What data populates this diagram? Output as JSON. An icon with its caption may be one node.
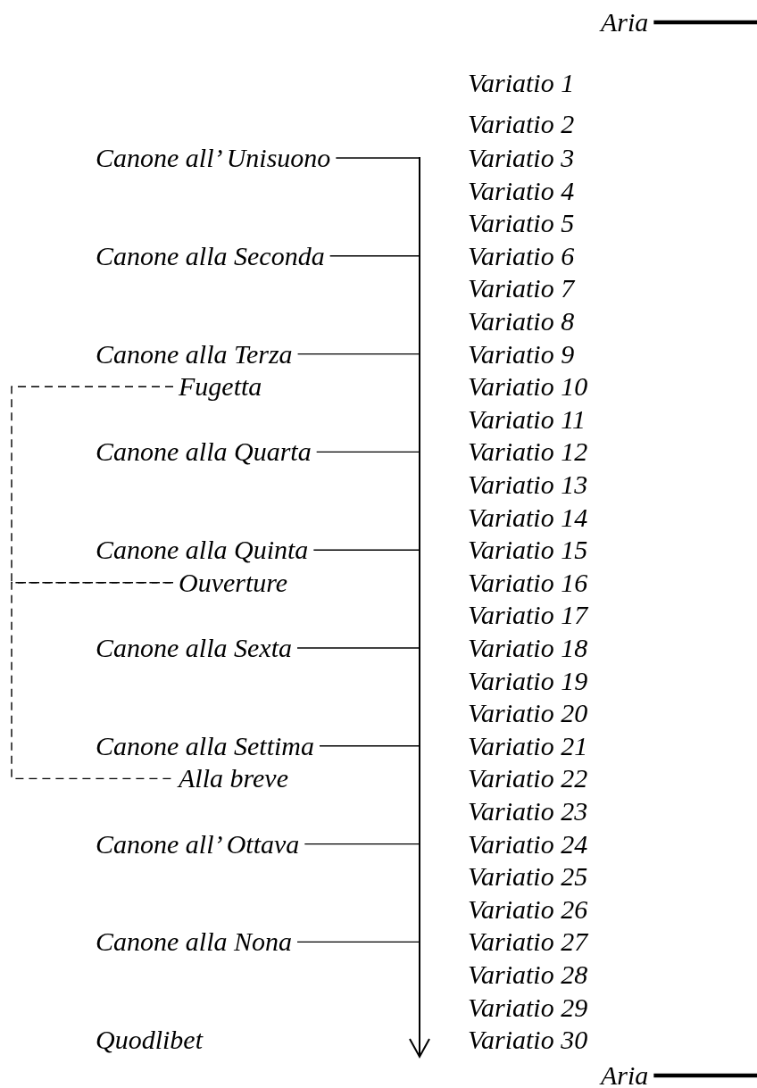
{
  "diagram": {
    "nodes": [
      {
        "text": [
          "Aria"
        ]
      },
      {
        "text": [
          "Canone all’ Unisuono"
        ]
      },
      {
        "text": [
          "Canone alla Seconda"
        ]
      },
      {
        "text": [
          "Canone alla Terza"
        ]
      },
      {
        "text": [
          "Fugetta"
        ]
      },
      {
        "text": [
          "Canone alla Quarta"
        ]
      },
      {
        "text": [
          "Canone alla Quinta"
        ]
      },
      {
        "text": [
          "Ouverture"
        ]
      },
      {
        "text": [
          "Canone alla Sexta"
        ]
      },
      {
        "text": [
          "Canone alla Settima"
        ]
      },
      {
        "text": [
          "Alla breve"
        ]
      },
      {
        "text": [
          "Canone all’ Ottava"
        ]
      },
      {
        "text": [
          "Canone alla Nona"
        ]
      },
      {
        "text": [
          "Aria"
        ]
      },
      {
        "text": [],
        "shape": "bar"
      }
    ],
    "edges": [
      {
        "from": 0,
        "to": null,
        "arrow": "none",
        "style": "thick"
      },
      {
        "from": 1,
        "to": 14,
        "arrow": "none"
      },
      {
        "from": 2,
        "to": 14,
        "arrow": "none"
      },
      {
        "from": 3,
        "to": 14,
        "arrow": "none"
      },
      {
        "from": 4,
        "to": 7,
        "arrow": "none",
        "style": "dashed"
      },
      {
        "from": 5,
        "to": 14,
        "arrow": "none"
      },
      {
        "from": 6,
        "to": 14,
        "arrow": "none"
      },
      {
        "from": 7,
        "to": 10,
        "arrow": "none",
        "style": "dashed"
      },
      {
        "from": 8,
        "to": 14,
        "arrow": "none"
      },
      {
        "from": 9,
        "to": 14,
        "arrow": "none"
      },
      {
        "from": 11,
        "to": 14,
        "arrow": "none"
      },
      {
        "from": 12,
        "to": 14,
        "arrow": "none"
      },
      {
        "from": 13,
        "to": null,
        "arrow": "none",
        "style": "thick"
      }
    ],
    "labels": [
      "Variatio 1",
      "Variatio 2",
      "Variatio 3",
      "Variatio 4",
      "Variatio 5",
      "Variatio 6",
      "Variatio 7",
      "Variatio 8",
      "Variatio 9",
      "Variatio 10",
      "Variatio 11",
      "Variatio 12",
      "Variatio 13",
      "Variatio 14",
      "Variatio 15",
      "Variatio 16",
      "Variatio 17",
      "Variatio 18",
      "Variatio 19",
      "Variatio 20",
      "Variatio 21",
      "Variatio 22",
      "Variatio 23",
      "Variatio 24",
      "Variatio 25",
      "Variatio 26",
      "Variatio 27",
      "Variatio 28",
      "Variatio 29",
      "Quodlibet",
      "Variatio 30"
    ]
  }
}
